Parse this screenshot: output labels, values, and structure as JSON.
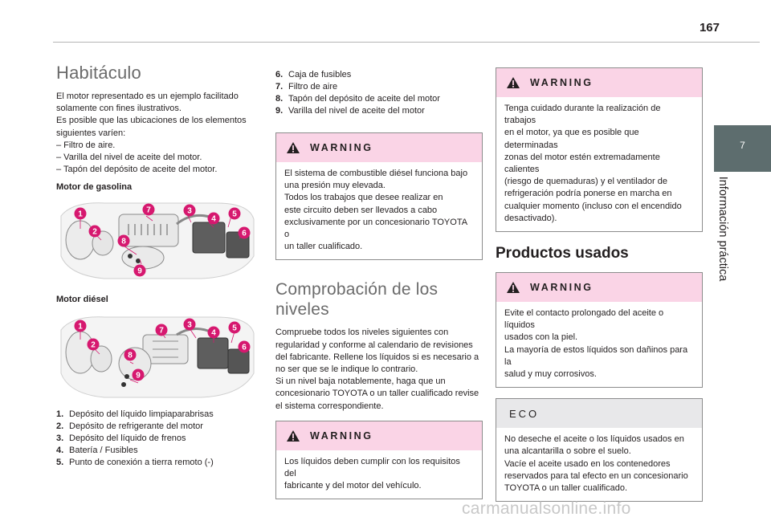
{
  "page_number": "167",
  "side_tab": {
    "chapter": "7",
    "label": "Información práctica"
  },
  "habitaculo": {
    "title": "Habitáculo",
    "intro_lines": [
      "El motor representado es un ejemplo facilitado",
      "solamente con fines ilustrativos.",
      "Es posible que las ubicaciones de los elementos",
      "siguientes varíen:",
      "–  Filtro de aire.",
      "–  Varilla del nivel de aceite del motor.",
      "–  Tapón del depósito de aceite del motor."
    ],
    "gasoline_label": "Motor de gasolina",
    "diesel_label": "Motor diésel",
    "callouts": [
      "1",
      "2",
      "3",
      "4",
      "5",
      "6",
      "7",
      "8",
      "9"
    ],
    "items": [
      {
        "n": "1.",
        "text": "Depósito del líquido limpiaparabrisas"
      },
      {
        "n": "2.",
        "text": "Depósito de refrigerante del motor"
      },
      {
        "n": "3.",
        "text": "Depósito del líquido de frenos"
      },
      {
        "n": "4.",
        "text": "Batería / Fusibles"
      },
      {
        "n": "5.",
        "text": "Punto de conexión a tierra remoto (-)"
      }
    ]
  },
  "col2": {
    "items": [
      {
        "n": "6.",
        "text": "Caja de fusibles"
      },
      {
        "n": "7.",
        "text": "Filtro de aire"
      },
      {
        "n": "8.",
        "text": "Tapón del depósito de aceite del motor"
      },
      {
        "n": "9.",
        "text": "Varilla del nivel de aceite del motor"
      }
    ],
    "warning1": {
      "title": "WARNING",
      "lines": [
        "El sistema de combustible diésel funciona bajo",
        "una presión muy elevada.",
        "Todos los trabajos que desee realizar en",
        "este circuito deben ser llevados a cabo",
        "exclusivamente por un concesionario TOYOTA o",
        "un taller cualificado."
      ]
    },
    "niveles_title_lines": [
      "Comprobación de los",
      "niveles"
    ],
    "niveles_lines": [
      "Compruebe todos los niveles siguientes con",
      "regularidad y conforme al calendario de revisiones",
      "del fabricante. Rellene los líquidos si es necesario a",
      "no ser que se le indique lo contrario.",
      "Si un nivel baja notablemente, haga que un",
      "concesionario TOYOTA o un taller cualificado revise",
      "el sistema correspondiente."
    ],
    "warning2": {
      "title": "WARNING",
      "lines": [
        "Los líquidos deben cumplir con los requisitos del",
        "fabricante y del motor del vehículo."
      ]
    }
  },
  "col3": {
    "warning1": {
      "title": "WARNING",
      "lines": [
        "Tenga cuidado durante la realización de trabajos",
        "en el motor, ya que es posible que determinadas",
        "zonas del motor estén extremadamente calientes",
        "(riesgo de quemaduras) y el ventilador de",
        "refrigeración podría ponerse en marcha en",
        "cualquier momento (incluso con el encendido",
        "desactivado)."
      ]
    },
    "productos_title": "Productos usados",
    "warning2": {
      "title": "WARNING",
      "lines": [
        "Evite el contacto prolongado del aceite o líquidos",
        "usados con la piel.",
        "La mayoría de estos líquidos son dañinos para la",
        "salud y muy corrosivos."
      ]
    },
    "eco": {
      "title": "ECO",
      "lines": [
        "No deseche el aceite o los líquidos usados en",
        "una alcantarilla o sobre el suelo.",
        "Vacíe el aceite usado en los contenedores",
        "reservados para tal efecto en un concesionario",
        "TOYOTA o un taller cualificado."
      ]
    }
  },
  "watermark": "carmanualsonline.info",
  "colors": {
    "accent_magenta": "#d6186f",
    "warning_header": "#fad4e6",
    "eco_header": "#e8e8ea",
    "side_tab": "#5d6d6e"
  }
}
